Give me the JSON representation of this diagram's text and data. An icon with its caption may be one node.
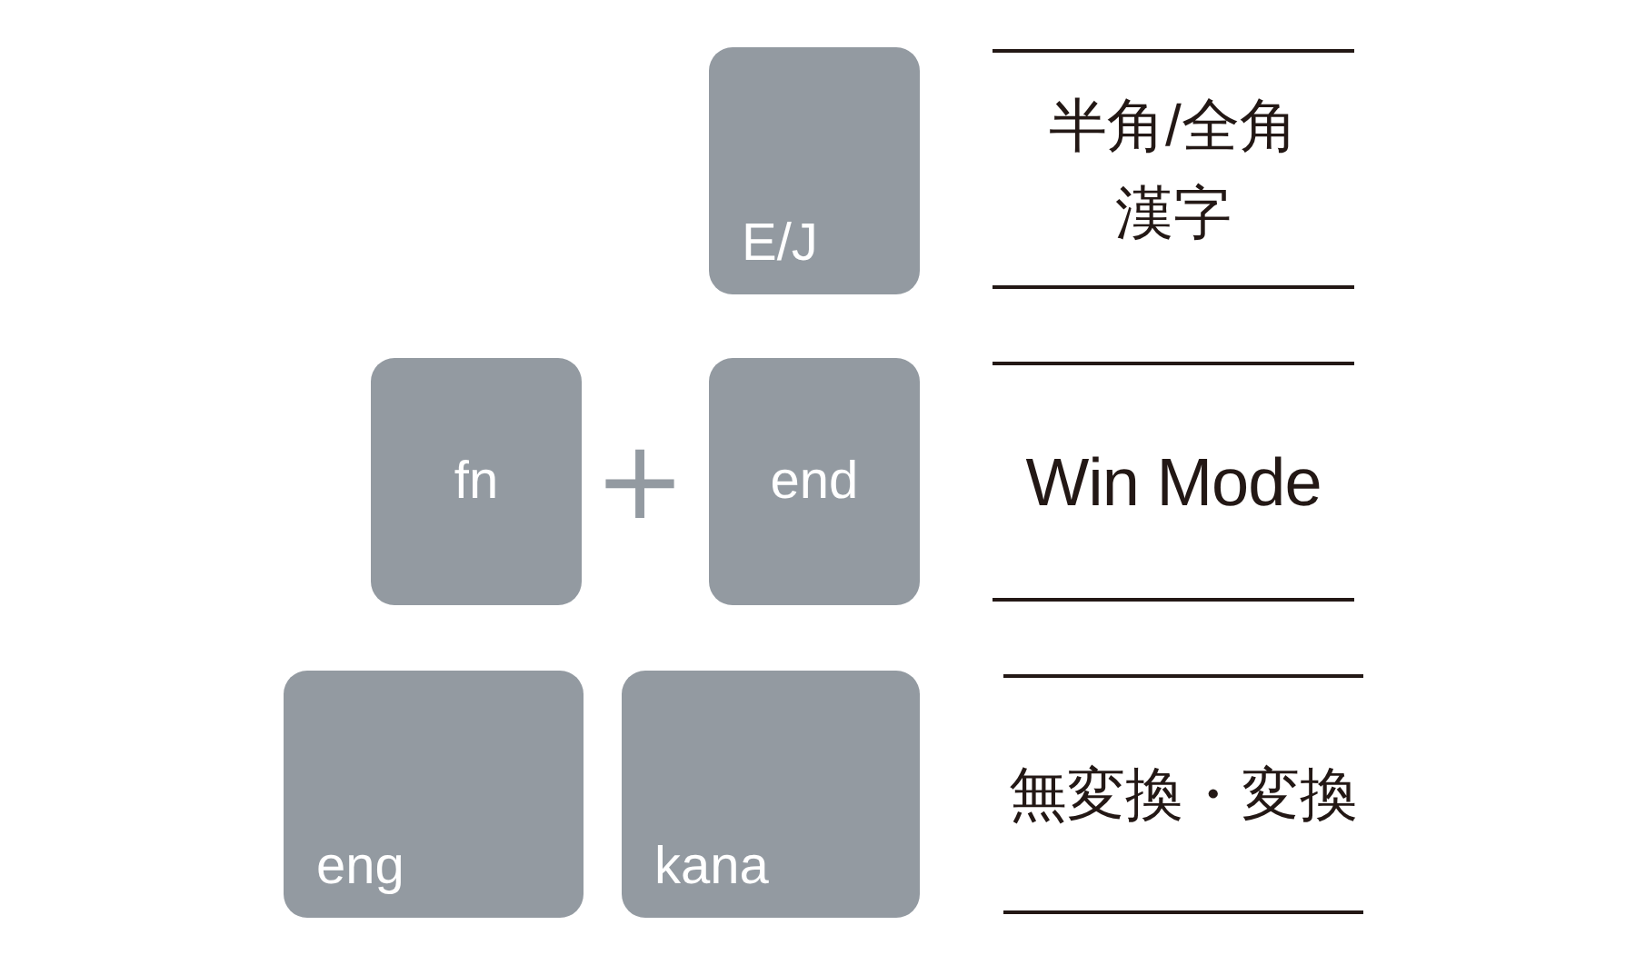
{
  "diagram": {
    "nodes": [
      {
        "text": [
          "E/J"
        ]
      },
      {
        "text": [
          "fn"
        ]
      },
      {
        "text": [
          "end"
        ]
      },
      {
        "text": [
          "eng"
        ]
      },
      {
        "text": [
          "kana"
        ]
      }
    ],
    "labels": [
      "半角/全角漢字",
      "+",
      "Win Mode",
      "無変換・変換"
    ]
  }
}
